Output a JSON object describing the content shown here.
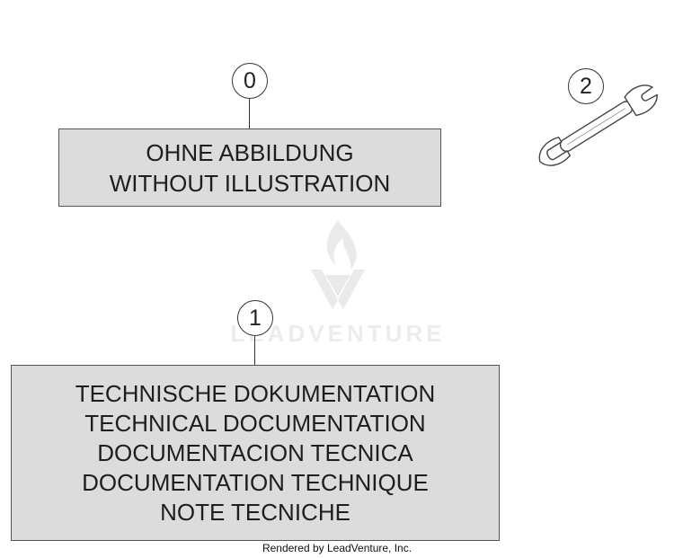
{
  "callouts": {
    "c0": "0",
    "c1": "1",
    "c2": "2"
  },
  "box0": {
    "lines": [
      "OHNE ABBILDUNG",
      "WITHOUT ILLUSTRATION"
    ]
  },
  "box1": {
    "lines": [
      "TECHNISCHE DOKUMENTATION",
      "TECHNICAL DOCUMENTATION",
      "DOCUMENTACION TECNICA",
      "DOCUMENTATION TECHNIQUE",
      "NOTE TECNICHE"
    ]
  },
  "watermark": {
    "text": "LEADVENTURE"
  },
  "footer": {
    "text": "Rendered by LeadVenture, Inc."
  },
  "icons": {
    "tool": "wrench-icon",
    "watermark_logo": "leadventure-logo-icon"
  },
  "colors": {
    "box_fill": "#dcdcdc",
    "line": "#333333"
  }
}
